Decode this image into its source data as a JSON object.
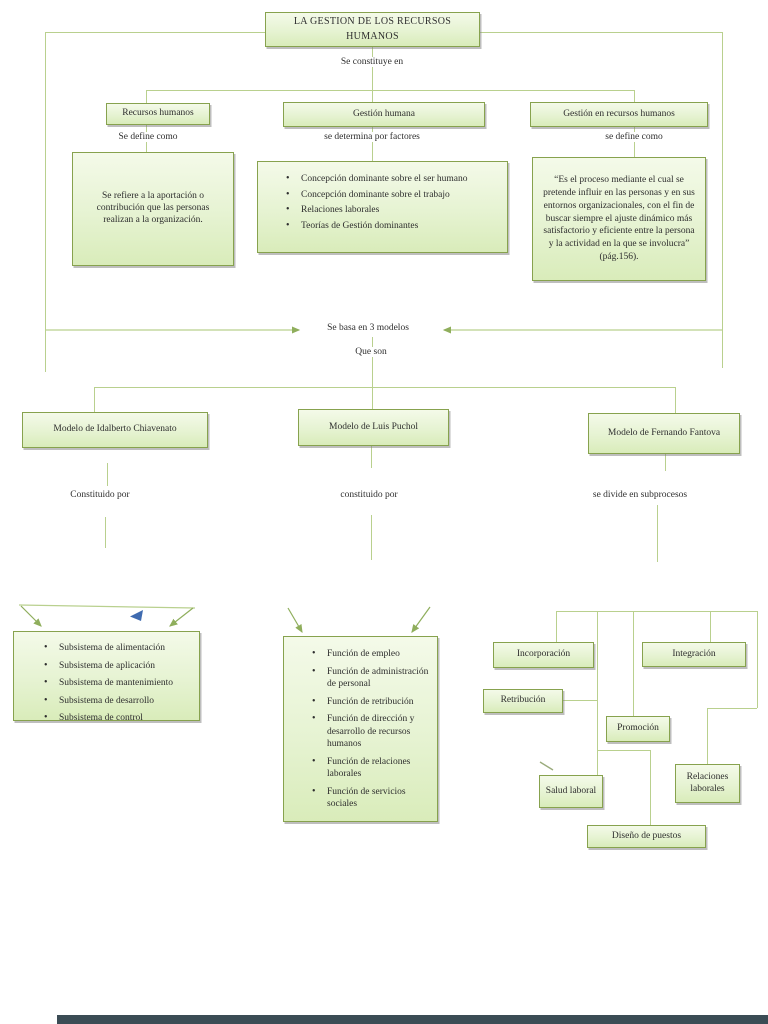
{
  "colors": {
    "box_border": "#87a24e",
    "box_fill": "#e6f3d2",
    "connector_line": "#b9d08e",
    "arrow_green": "#8fae5c",
    "cursor_blue": "#3f6bb0",
    "bottom_bar": "#3b4c55"
  },
  "root": {
    "title": "LA GESTION DE LOS RECURSOS HUMANOS"
  },
  "labels": {
    "se_constituye_en": "Se constituye en",
    "se_define_como_izq": "Se define como",
    "se_determina_por_factores": "se determina por factores",
    "se_define_como_der": "se define como",
    "se_basa_en_3_modelos": "Se basa en 3 modelos",
    "que_son": "Que son",
    "constituido_por_izq": "Constituido por",
    "constituido_por_centro": "constituido por",
    "se_divide_en_subprocesos": "se divide en subprocesos"
  },
  "nivel1": {
    "recursos_humanos": "Recursos humanos",
    "gestion_humana": "Gestión humana",
    "gestion_en_recursos_humanos": "Gestión en recursos humanos"
  },
  "definiciones": {
    "recursos_humanos": "Se refiere a la aportación o contribución que las personas realizan a la organización.",
    "gestion_en_recursos_humanos": "“Es el proceso mediante el cual se pretende influir en las personas y en sus entornos organizacionales, con el fin de buscar siempre el ajuste dinámico más satisfactorio y eficiente entre la persona y la actividad en la que se involucra” (pág.156)."
  },
  "factores": [
    "Concepción dominante sobre el ser humano",
    "Concepción dominante sobre el trabajo",
    "Relaciones laborales",
    "Teorías de Gestión dominantes"
  ],
  "modelos": {
    "chiavenato": "Modelo de Idalberto Chiavenato",
    "puchol": "Modelo de Luis Puchol",
    "fantova": "Modelo de Fernando Fantova"
  },
  "subsistemas": [
    "Subsistema de alimentación",
    "Subsistema de aplicación",
    "Subsistema de mantenimiento",
    "Subsistema de desarrollo",
    "Subsistema de control"
  ],
  "funciones": [
    "Función de empleo",
    "Función de administración de personal",
    "Función de retribución",
    "Función de dirección y desarrollo de recursos humanos",
    "Función de relaciones laborales",
    "Función de servicios sociales"
  ],
  "subprocesos": {
    "incorporacion": "Incorporación",
    "integracion": "Integración",
    "retribucion": "Retribución",
    "promocion": "Promoción",
    "salud_laboral": "Salud laboral",
    "relaciones_laborales": "Relaciones laborales",
    "diseno_de_puestos": "Diseño de puestos"
  }
}
